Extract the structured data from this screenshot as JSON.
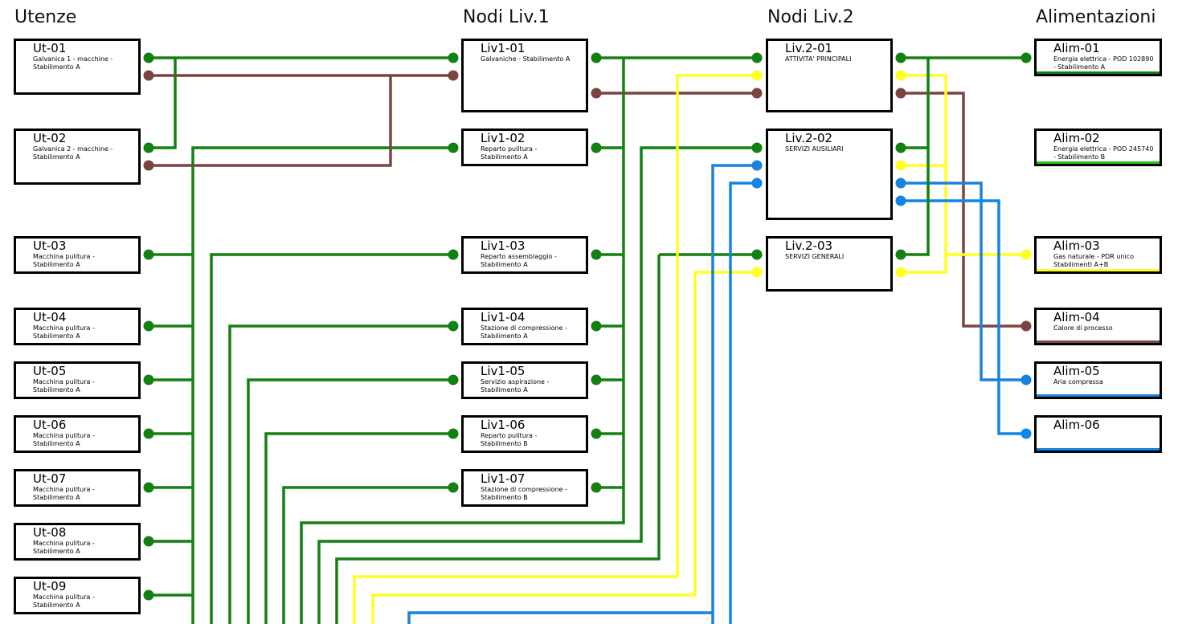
{
  "columns": {
    "utenze": "Utenze",
    "liv1": "Nodi Liv.1",
    "liv2": "Nodi Liv.2",
    "alim": "Alimentazioni"
  },
  "colors": {
    "electricity": "#138012",
    "process_heat": "#7a4540",
    "gas": "#ffff22",
    "air": "#1a82d8",
    "air_light": "#0f86e6",
    "border": "#000000"
  },
  "utenze": [
    {
      "id": "Ut-01",
      "desc": "Galvanica 1 - macchine - Stabilimento A"
    },
    {
      "id": "Ut-02",
      "desc": "Galvanica 2 - macchine - Stabilimento A"
    },
    {
      "id": "Ut-03",
      "desc": "Macchina pulitura - Stabilimento A"
    },
    {
      "id": "Ut-04",
      "desc": "Macchina pulitura - Stabilimento A"
    },
    {
      "id": "Ut-05",
      "desc": "Macchina pulitura - Stabilimento A"
    },
    {
      "id": "Ut-06",
      "desc": "Macchina pulitura - Stabilimento A"
    },
    {
      "id": "Ut-07",
      "desc": "Macchina pulitura - Stabilimento A"
    },
    {
      "id": "Ut-08",
      "desc": "Macchina pulitura - Stabilimento A"
    },
    {
      "id": "Ut-09",
      "desc": "Macchina pulitura - Stabilimento A"
    }
  ],
  "liv1": [
    {
      "id": "Liv1-01",
      "desc": "Galvaniche - Stabilimento A"
    },
    {
      "id": "Liv1-02",
      "desc": "Reparto pulitura - Stabilimento A"
    },
    {
      "id": "Liv1-03",
      "desc": "Reparto assemblaggio - Stabilimento A"
    },
    {
      "id": "Liv1-04",
      "desc": "Stazione di compressione - Stabilimento A"
    },
    {
      "id": "Liv1-05",
      "desc": "Servizio aspirazione - Stabilimento A"
    },
    {
      "id": "Liv1-06",
      "desc": "Reparto pulitura - Stabilimento B"
    },
    {
      "id": "Liv1-07",
      "desc": "Stazione di compressione - Stabilimento B"
    }
  ],
  "liv2": [
    {
      "id": "Liv.2-01",
      "desc": "ATTIVITA' PRINCIPALI"
    },
    {
      "id": "Liv.2-02",
      "desc": "SERVIZI AUSILIARI"
    },
    {
      "id": "Liv.2-03",
      "desc": "SERVIZI GENERALI"
    }
  ],
  "alim": [
    {
      "id": "Alim-01",
      "desc": "Energia elettrica - POD 102890 - Stabilimento A"
    },
    {
      "id": "Alim-02",
      "desc": "Energia elettrica - POD 245740 - Stabilimento B"
    },
    {
      "id": "Alim-03",
      "desc": "Gas naturale - PDR unico Stabilimenti A+B"
    },
    {
      "id": "Alim-04",
      "desc": "Calore di processo"
    },
    {
      "id": "Alim-05",
      "desc": "Aria compressa"
    },
    {
      "id": "Alim-06",
      "desc": ""
    }
  ]
}
